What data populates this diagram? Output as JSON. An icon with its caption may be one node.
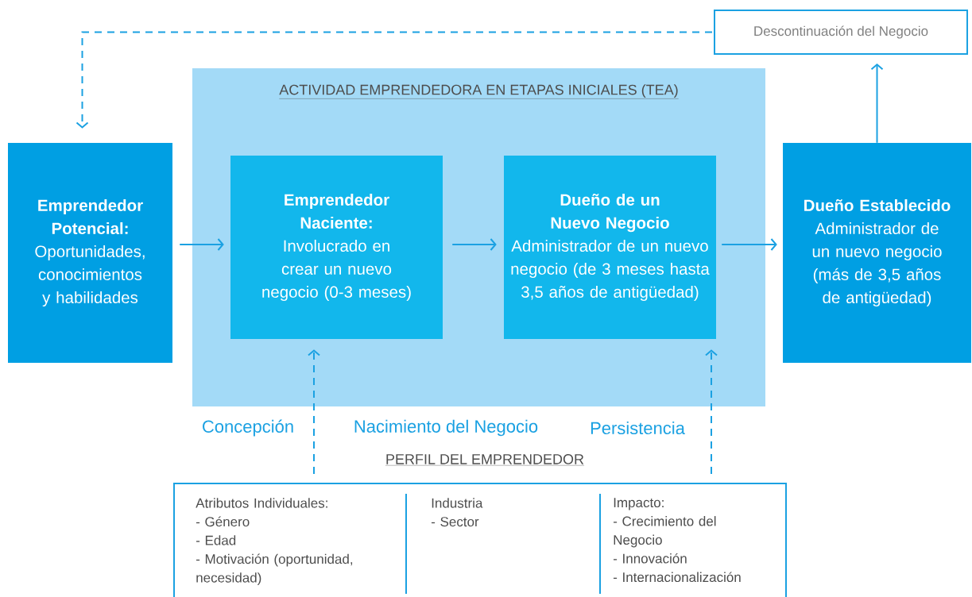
{
  "diagram": {
    "nodes": [
      {
        "text": [
          "Emprendedor Potencial:",
          "Oportunidades, conocimientos y habilidades"
        ]
      },
      {
        "text": [
          "ACTIVIDAD EMPRENDEDORA EN ETAPAS INICIALES (TEA)"
        ]
      },
      {
        "text": [
          "Emprendedor Naciente:",
          "Involucrado en crear un nuevo negocio (0-3 meses)"
        ],
        "in": 1
      },
      {
        "text": [
          "Dueño de un Nuevo Negocio",
          "Administrador de un nuevo negocio (de 3 meses hasta 3,5 años de antigüedad)"
        ],
        "in": 1
      },
      {
        "text": [
          "Dueño Establecido",
          "Administrador de un nuevo negocio (más de 3,5 años de antigüedad)"
        ]
      },
      {
        "text": [
          "Descontinuación del Negocio"
        ]
      },
      {
        "text": [
          "PERFIL DEL EMPRENDEDOR",
          "Atributos Individuales:",
          "- Género",
          "- Edad",
          "- Motivación (oportunidad, necesidad)",
          "Industria",
          "- Sector",
          "Impacto:",
          "- Crecimiento del Negocio",
          "- Innovación",
          "- Internacionalización"
        ]
      }
    ],
    "edges": [
      {
        "from": 0,
        "to": 2,
        "arrow": "to"
      },
      {
        "from": 2,
        "to": 3,
        "arrow": "to"
      },
      {
        "from": 3,
        "to": 4,
        "arrow": "to"
      },
      {
        "from": 4,
        "to": 5,
        "arrow": "to"
      },
      {
        "from": 5,
        "to": 0,
        "arrow": "to",
        "style": "dashed"
      },
      {
        "from": 6,
        "to": 2,
        "arrow": "to",
        "style": "dashed"
      },
      {
        "from": 6,
        "to": 3,
        "arrow": "to",
        "style": "dashed"
      }
    ],
    "labels": [
      "Concepción",
      "Nacimiento del Negocio",
      "Persistencia"
    ]
  }
}
